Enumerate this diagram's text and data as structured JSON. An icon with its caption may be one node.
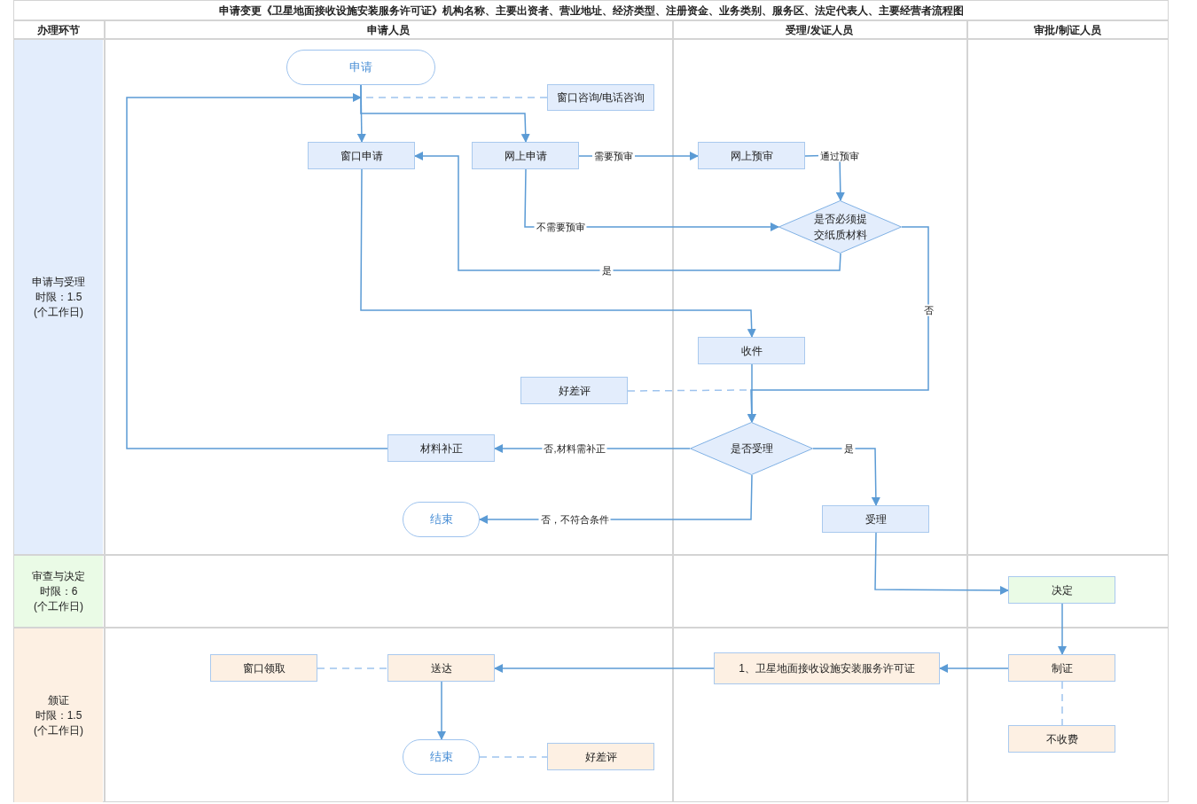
{
  "diagram": {
    "title": "申请变更《卫星地面接收设施安装服务许可证》机构名称、主要出资者、营业地址、经济类型、注册资金、业务类别、服务区、法定代表人、主要经营者流程图",
    "nodes": [
      {
        "text": [
          "申请"
        ]
      },
      {
        "text": [
          "窗口咨询/电话咨询"
        ]
      },
      {
        "text": [
          "窗口申请"
        ]
      },
      {
        "text": [
          "网上申请"
        ]
      },
      {
        "text": [
          "网上预审"
        ]
      },
      {
        "text": [
          "是否必须提交纸质材料"
        ]
      },
      {
        "text": [
          "收件"
        ]
      },
      {
        "text": [
          "好差评"
        ]
      },
      {
        "text": [
          "是否受理"
        ]
      },
      {
        "text": [
          "材料补正"
        ]
      },
      {
        "text": [
          "结束"
        ]
      },
      {
        "text": [
          "受理"
        ]
      },
      {
        "text": [
          "决定"
        ]
      },
      {
        "text": [
          "窗口领取"
        ]
      },
      {
        "text": [
          "送达"
        ]
      },
      {
        "text": [
          "1、卫星地面接收设施安装服务许可证"
        ]
      },
      {
        "text": [
          "制证"
        ]
      },
      {
        "text": [
          "不收费"
        ]
      },
      {
        "text": [
          "结束"
        ]
      },
      {
        "text": [
          "好差评"
        ]
      }
    ],
    "edges": [
      {
        "from": 0,
        "to": 2,
        "arrow": "to"
      },
      {
        "from": 0,
        "to": 3,
        "arrow": "to"
      },
      {
        "from": 1,
        "to": 0,
        "arrow": "none",
        "style": "dashed"
      },
      {
        "from": 9,
        "to": 0,
        "arrow": "to"
      },
      {
        "from": 3,
        "to": 4,
        "arrow": "to",
        "label": "需要预审"
      },
      {
        "from": 4,
        "to": 5,
        "arrow": "to",
        "label": "通过预审"
      },
      {
        "from": 3,
        "to": 5,
        "arrow": "to",
        "label": "不需要预审"
      },
      {
        "from": 5,
        "to": 2,
        "arrow": "to",
        "label": "是"
      },
      {
        "from": 5,
        "to": 8,
        "arrow": "to",
        "label": "否"
      },
      {
        "from": 2,
        "to": 6,
        "arrow": "to"
      },
      {
        "from": 7,
        "to": null,
        "arrow": "none",
        "style": "dashed"
      },
      {
        "from": 6,
        "to": 8,
        "arrow": "to"
      },
      {
        "from": 8,
        "to": 9,
        "arrow": "to",
        "label": "否,材料需补正"
      },
      {
        "from": 8,
        "to": 10,
        "arrow": "to",
        "label": "否，不符合条件"
      },
      {
        "from": 8,
        "to": 11,
        "arrow": "to",
        "label": "是"
      },
      {
        "from": 11,
        "to": 12,
        "arrow": "to"
      },
      {
        "from": 12,
        "to": 16,
        "arrow": "to"
      },
      {
        "from": 16,
        "to": 15,
        "arrow": "to"
      },
      {
        "from": 15,
        "to": 14,
        "arrow": "to"
      },
      {
        "from": 13,
        "to": 14,
        "arrow": "none",
        "style": "dashed"
      },
      {
        "from": 14,
        "to": 18,
        "arrow": "to"
      },
      {
        "from": 18,
        "to": 19,
        "arrow": "none",
        "style": "dashed"
      },
      {
        "from": 16,
        "to": 17,
        "arrow": "none",
        "style": "dashed"
      }
    ],
    "labels": [
      "办理环节",
      "申请人员",
      "受理/发证人员",
      "审批/制证人员",
      "申请与受理",
      "时限：1.5",
      "(个工作日)",
      "审查与决定",
      "时限：6",
      "(个工作日)",
      "颁证",
      "时限：1.5",
      "(个工作日)"
    ]
  }
}
